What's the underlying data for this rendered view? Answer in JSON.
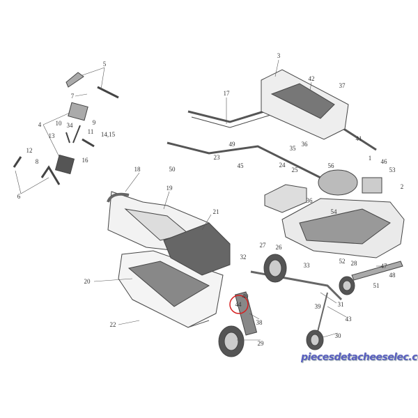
{
  "diagram": {
    "labels": [
      "3",
      "42",
      "37",
      "17",
      "41",
      "1",
      "36",
      "35",
      "46",
      "49",
      "23",
      "45",
      "24",
      "25",
      "56",
      "53",
      "2",
      "50",
      "18",
      "19",
      "21",
      "36",
      "54",
      "5",
      "7",
      "4",
      "10",
      "34",
      "9",
      "13",
      "11",
      "14,15",
      "16",
      "12",
      "8",
      "6",
      "27",
      "26",
      "32",
      "52",
      "28",
      "47",
      "33",
      "40",
      "44",
      "48",
      "51",
      "20",
      "31",
      "39",
      "38",
      "43",
      "22",
      "29",
      "30"
    ],
    "highlighted_label": "44",
    "highlight_color": "#d62020"
  },
  "watermark": "piecesdetacheeselec.com"
}
